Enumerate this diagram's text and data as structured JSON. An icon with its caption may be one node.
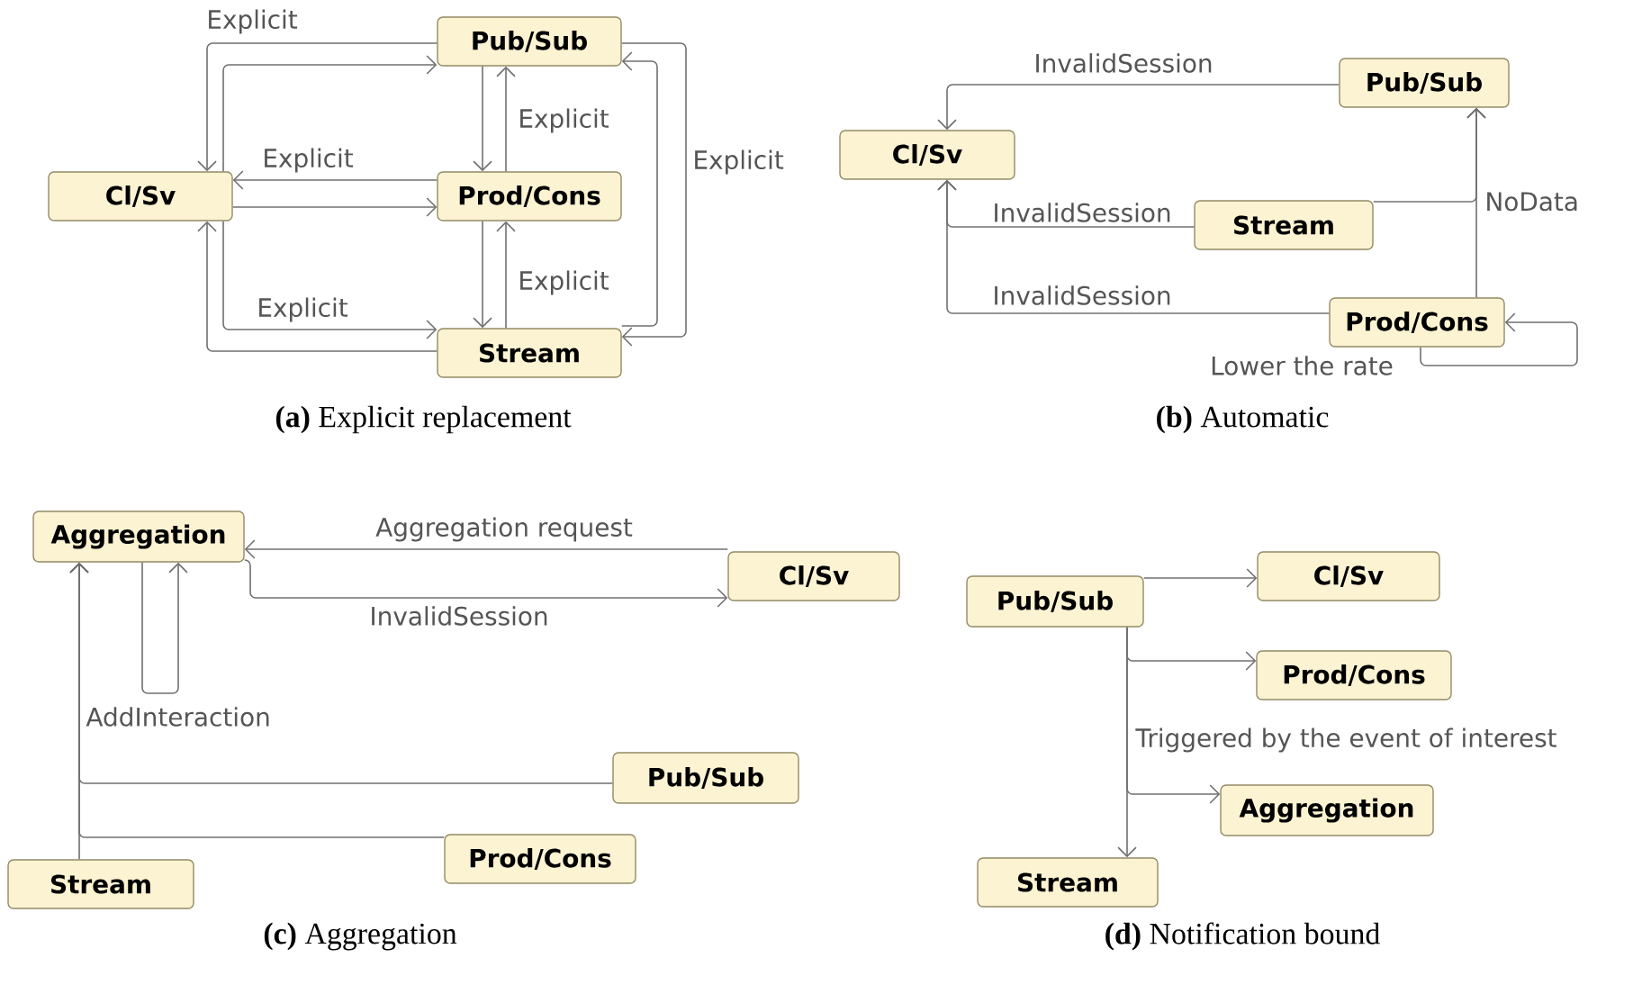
{
  "diagram": {
    "nodes": [
      {
        "text": [
          "Cl/Sv"
        ]
      },
      {
        "text": [
          "Pub/Sub"
        ]
      },
      {
        "text": [
          "Prod/Cons"
        ]
      },
      {
        "text": [
          "Stream"
        ]
      },
      {
        "text": [
          "Cl/Sv"
        ]
      },
      {
        "text": [
          "Pub/Sub"
        ]
      },
      {
        "text": [
          "Stream"
        ]
      },
      {
        "text": [
          "Prod/Cons"
        ]
      },
      {
        "text": [
          "Aggregation"
        ]
      },
      {
        "text": [
          "Cl/Sv"
        ]
      },
      {
        "text": [
          "Pub/Sub"
        ]
      },
      {
        "text": [
          "Prod/Cons"
        ]
      },
      {
        "text": [
          "Stream"
        ]
      },
      {
        "text": [
          "Pub/Sub"
        ]
      },
      {
        "text": [
          "Cl/Sv"
        ]
      },
      {
        "text": [
          "Prod/Cons"
        ]
      },
      {
        "text": [
          "Aggregation"
        ]
      },
      {
        "text": [
          "Stream"
        ]
      }
    ],
    "edges": [
      {
        "from": 1,
        "to": 0,
        "arrow": "to",
        "label": "Explicit"
      },
      {
        "from": 0,
        "to": 1,
        "arrow": "to"
      },
      {
        "from": 2,
        "to": 0,
        "arrow": "to",
        "label": "Explicit"
      },
      {
        "from": 0,
        "to": 2,
        "arrow": "to"
      },
      {
        "from": 0,
        "to": 3,
        "arrow": "to",
        "label": "Explicit"
      },
      {
        "from": 3,
        "to": 0,
        "arrow": "to"
      },
      {
        "from": 1,
        "to": 2,
        "arrow": "to"
      },
      {
        "from": 2,
        "to": 1,
        "arrow": "to",
        "label": "Explicit"
      },
      {
        "from": 2,
        "to": 3,
        "arrow": "to"
      },
      {
        "from": 3,
        "to": 2,
        "arrow": "to",
        "label": "Explicit"
      },
      {
        "from": 1,
        "to": 3,
        "arrow": "to",
        "label": "Explicit"
      },
      {
        "from": 3,
        "to": 1,
        "arrow": "to"
      },
      {
        "from": 5,
        "to": 4,
        "arrow": "to",
        "label": "InvalidSession"
      },
      {
        "from": 6,
        "to": 4,
        "arrow": "to",
        "label": "InvalidSession"
      },
      {
        "from": 7,
        "to": 4,
        "arrow": "to",
        "label": "InvalidSession"
      },
      {
        "from": 6,
        "to": 5,
        "arrow": "to",
        "label": "NoData"
      },
      {
        "from": 7,
        "to": 5,
        "arrow": "to"
      },
      {
        "from": 7,
        "to": 7,
        "arrow": "to",
        "label": "Lower the rate"
      },
      {
        "from": 9,
        "to": 8,
        "arrow": "to",
        "label": "Aggregation request"
      },
      {
        "from": 8,
        "to": 9,
        "arrow": "to",
        "label": "InvalidSession"
      },
      {
        "from": 8,
        "to": 8,
        "arrow": "to",
        "label": "AddInteraction"
      },
      {
        "from": 12,
        "to": 8,
        "arrow": "to"
      },
      {
        "from": 10,
        "to": 8,
        "arrow": "to"
      },
      {
        "from": 11,
        "to": 8,
        "arrow": "to"
      },
      {
        "from": 13,
        "to": 14,
        "arrow": "to"
      },
      {
        "from": 13,
        "to": 15,
        "arrow": "to"
      },
      {
        "from": 13,
        "to": 16,
        "arrow": "to",
        "label": "Triggered by the event of interest"
      },
      {
        "from": 13,
        "to": 17,
        "arrow": "to"
      }
    ],
    "labels": [
      "**(a)** Explicit replacement",
      "**(b)** Automatic",
      "**(c)** Aggregation",
      "**(d)** Notification bound"
    ]
  }
}
